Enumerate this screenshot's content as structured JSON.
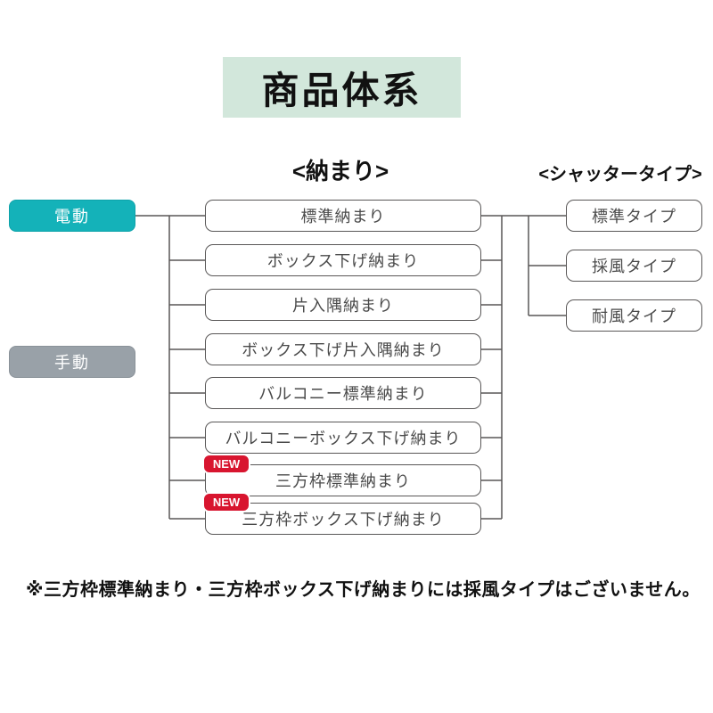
{
  "title": "商品体系",
  "headers": {
    "osamari": "<納まり>",
    "shutter_type": "<シャッタータイプ>"
  },
  "drive_types": [
    {
      "label": "電動"
    },
    {
      "label": "手動"
    }
  ],
  "osamari_items": [
    {
      "label": "標準納まり",
      "new": false
    },
    {
      "label": "ボックス下げ納まり",
      "new": false
    },
    {
      "label": "片入隅納まり",
      "new": false
    },
    {
      "label": "ボックス下げ片入隅納まり",
      "new": false
    },
    {
      "label": "バルコニー標準納まり",
      "new": false
    },
    {
      "label": "バルコニーボックス下げ納まり",
      "new": false
    },
    {
      "label": "三方枠標準納まり",
      "new": true
    },
    {
      "label": "三方枠ボックス下げ納まり",
      "new": true
    }
  ],
  "shutter_items": [
    {
      "label": "標準タイプ"
    },
    {
      "label": "採風タイプ"
    },
    {
      "label": "耐風タイプ"
    }
  ],
  "badge": {
    "new_label": "NEW"
  },
  "note": "※三方枠標準納まり・三方枠ボックス下げ納まりには採風タイプはございません。",
  "colors": {
    "title_bg": "#d2e7db",
    "electric": "#14b2b9",
    "manual": "#99a1a8",
    "new_badge": "#d8152f",
    "line": "#595757"
  }
}
